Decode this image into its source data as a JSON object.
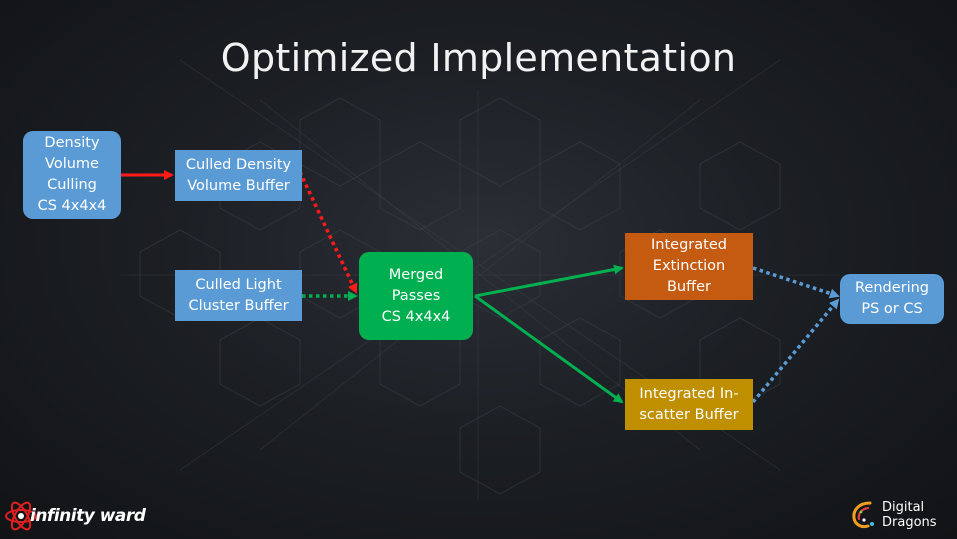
{
  "title": "Optimized Implementation",
  "nodes": {
    "density_culling": "Density\nVolume\nCulling\nCS 4x4x4",
    "culled_density": "Culled Density\nVolume Buffer",
    "culled_light": "Culled Light\nCluster Buffer",
    "merged_passes": "Merged\nPasses\nCS 4x4x4",
    "integrated_extinction": "Integrated\nExtinction\nBuffer",
    "integrated_inscatter": "Integrated In-\nscatter Buffer",
    "rendering": "Rendering\nPS or CS"
  },
  "edges": [
    {
      "from": "density_culling",
      "to": "culled_density",
      "style": "solid",
      "color": "#ff1a1a"
    },
    {
      "from": "culled_density",
      "to": "merged_passes",
      "style": "dotted",
      "color": "#ff1a1a"
    },
    {
      "from": "culled_light",
      "to": "merged_passes",
      "style": "dotted",
      "color": "#00b050"
    },
    {
      "from": "merged_passes",
      "to": "integrated_extinction",
      "style": "solid",
      "color": "#00b050"
    },
    {
      "from": "merged_passes",
      "to": "integrated_inscatter",
      "style": "solid",
      "color": "#00b050"
    },
    {
      "from": "integrated_extinction",
      "to": "rendering",
      "style": "dotted",
      "color": "#5b9bd5"
    },
    {
      "from": "integrated_inscatter",
      "to": "rendering",
      "style": "dotted",
      "color": "#5b9bd5"
    }
  ],
  "colors": {
    "blue": "#5b9bd5",
    "green": "#00b050",
    "orange": "#c55a11",
    "gold": "#bf8f00",
    "red": "#ff1a1a"
  },
  "logos": {
    "left": "infinity ward",
    "right": "Digital\nDragons"
  }
}
